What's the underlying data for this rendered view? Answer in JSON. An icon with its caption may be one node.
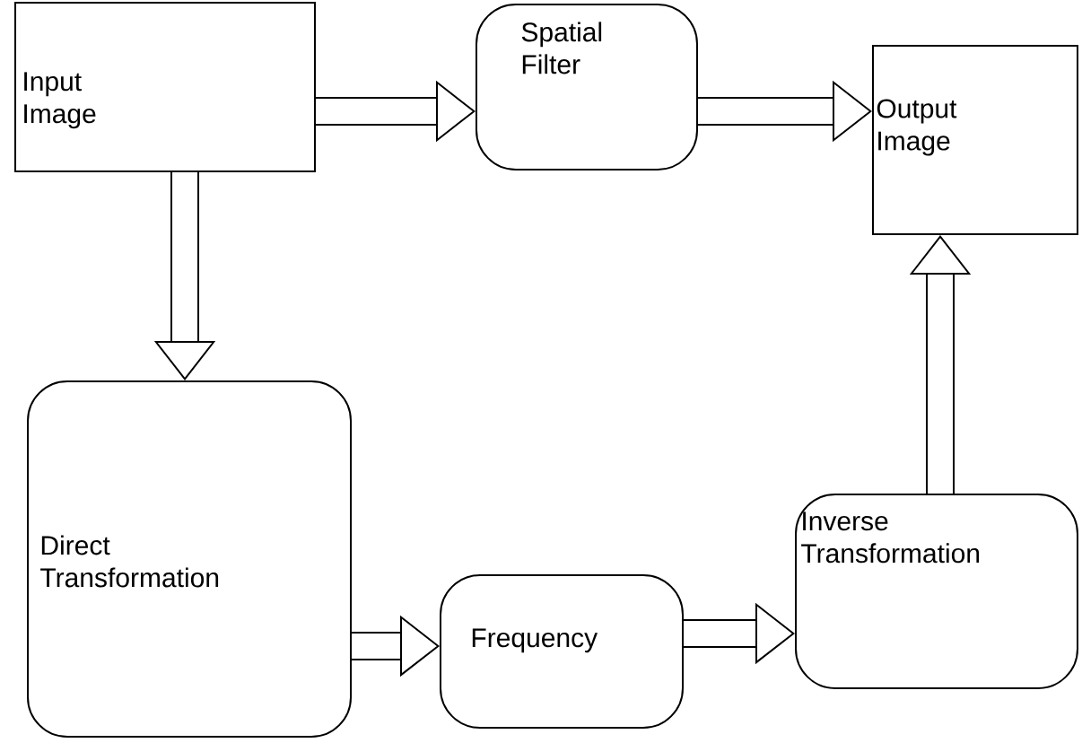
{
  "diagram": {
    "nodes": [
      {
        "text": [
          "Input Image"
        ]
      },
      {
        "text": [
          "Spatial Filter"
        ]
      },
      {
        "text": [
          "Output Image"
        ]
      },
      {
        "text": [
          "Direct Transformation"
        ]
      },
      {
        "text": [
          "Frequency"
        ]
      },
      {
        "text": [
          "Inverse Transformation"
        ]
      }
    ],
    "edges": [
      {
        "from": 0,
        "to": 1,
        "arrow": "to"
      },
      {
        "from": 1,
        "to": 2,
        "arrow": "to"
      },
      {
        "from": 0,
        "to": 3,
        "arrow": "to"
      },
      {
        "from": 3,
        "to": 4,
        "arrow": "to"
      },
      {
        "from": 4,
        "to": 5,
        "arrow": "to"
      },
      {
        "from": 5,
        "to": 2,
        "arrow": "to"
      }
    ]
  }
}
